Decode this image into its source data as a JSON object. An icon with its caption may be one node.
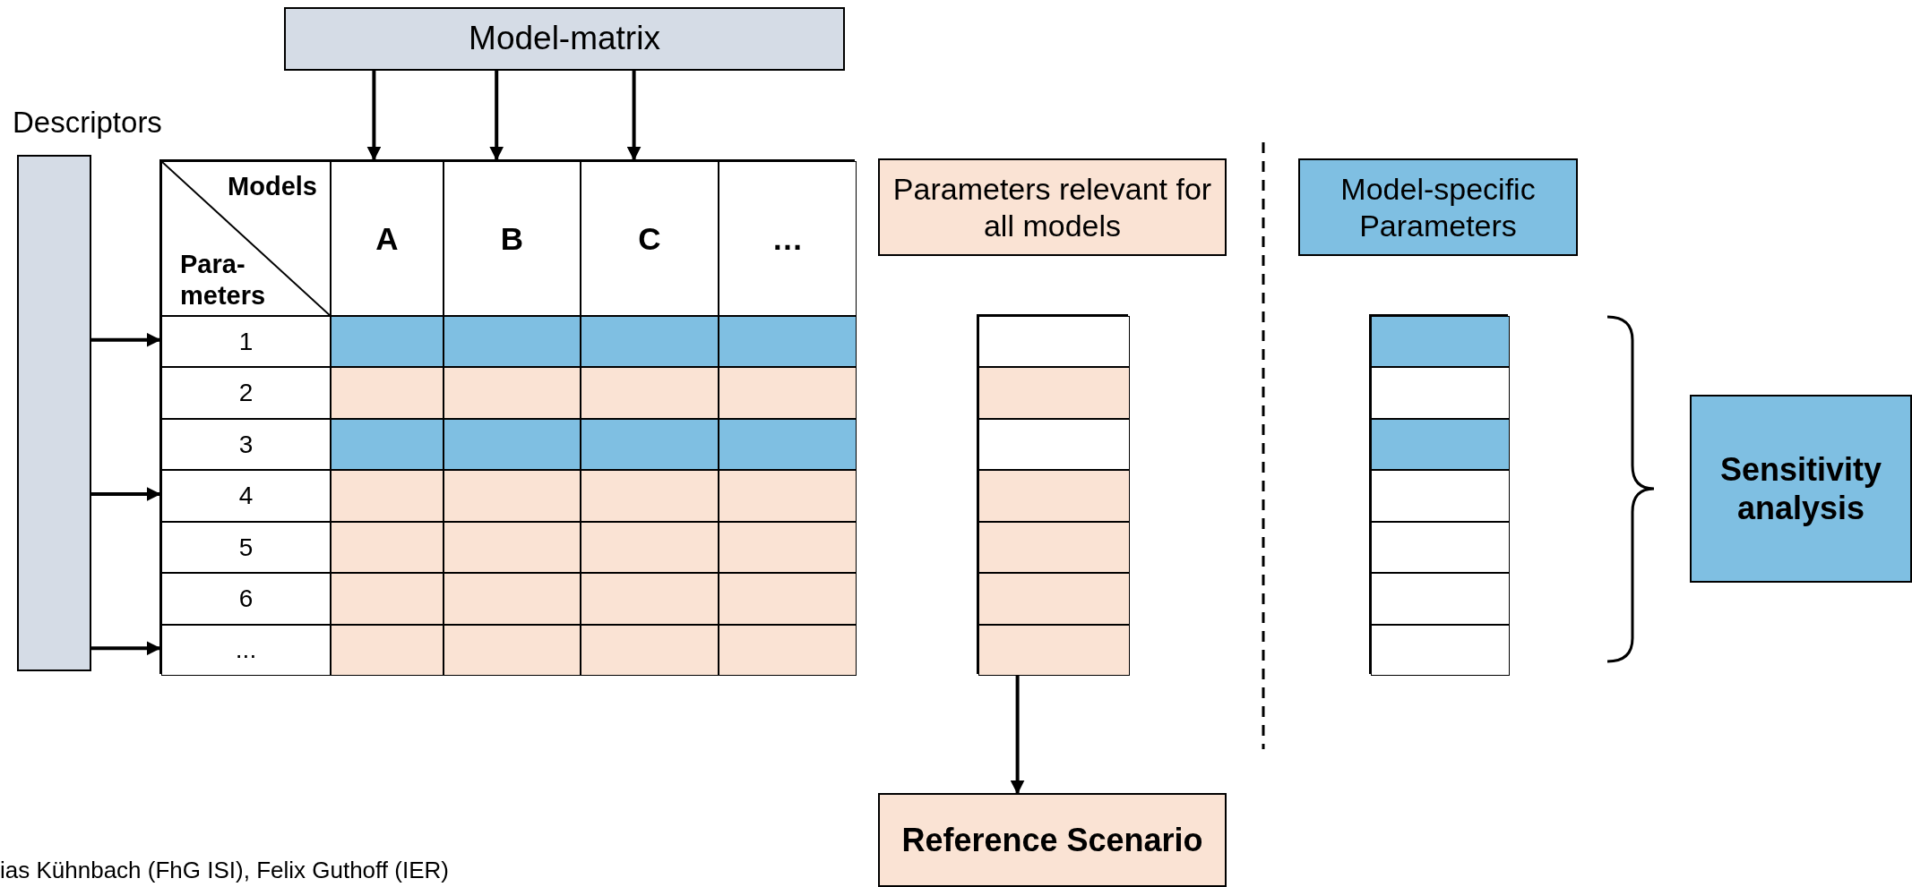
{
  "diagram": {
    "nodes": [
      {
        "text": [
          "Model-matrix"
        ]
      },
      {
        "text": [
          "Descriptors"
        ]
      },
      {
        "text": [],
        "shape": "box"
      },
      {
        "text": [
          "Models",
          "Para- meters"
        ],
        "in": 2
      },
      {
        "text": [
          "A"
        ],
        "in": 2
      },
      {
        "text": [
          "B"
        ],
        "in": 2
      },
      {
        "text": [
          "C"
        ],
        "in": 2
      },
      {
        "text": [
          "…"
        ],
        "in": 2
      },
      {
        "text": [
          "1"
        ],
        "in": 2
      },
      {
        "text": [],
        "shape": "box",
        "in": 2
      },
      {
        "text": [],
        "shape": "box",
        "in": 2
      },
      {
        "text": [],
        "shape": "box",
        "in": 2
      },
      {
        "text": [],
        "shape": "box",
        "in": 2
      },
      {
        "text": [
          "2"
        ],
        "in": 2
      },
      {
        "text": [],
        "shape": "box",
        "in": 2
      },
      {
        "text": [],
        "shape": "box",
        "in": 2
      },
      {
        "text": [],
        "shape": "box",
        "in": 2
      },
      {
        "text": [],
        "shape": "box",
        "in": 2
      },
      {
        "text": [
          "3"
        ],
        "in": 2
      },
      {
        "text": [],
        "shape": "box",
        "in": 2
      },
      {
        "text": [],
        "shape": "box",
        "in": 2
      },
      {
        "text": [],
        "shape": "box",
        "in": 2
      },
      {
        "text": [],
        "shape": "box",
        "in": 2
      },
      {
        "text": [
          "4"
        ],
        "in": 2
      },
      {
        "text": [],
        "shape": "box",
        "in": 2
      },
      {
        "text": [],
        "shape": "box",
        "in": 2
      },
      {
        "text": [],
        "shape": "box",
        "in": 2
      },
      {
        "text": [],
        "shape": "box",
        "in": 2
      },
      {
        "text": [
          "5"
        ],
        "in": 2
      },
      {
        "text": [],
        "shape": "box",
        "in": 2
      },
      {
        "text": [],
        "shape": "box",
        "in": 2
      },
      {
        "text": [],
        "shape": "box",
        "in": 2
      },
      {
        "text": [],
        "shape": "box",
        "in": 2
      },
      {
        "text": [
          "6"
        ],
        "in": 2
      },
      {
        "text": [],
        "shape": "box",
        "in": 2
      },
      {
        "text": [],
        "shape": "box",
        "in": 2
      },
      {
        "text": [],
        "shape": "box",
        "in": 2
      },
      {
        "text": [],
        "shape": "box",
        "in": 2
      },
      {
        "text": [
          "..."
        ],
        "in": 2
      },
      {
        "text": [],
        "shape": "box",
        "in": 2
      },
      {
        "text": [],
        "shape": "box",
        "in": 2
      },
      {
        "text": [],
        "shape": "box",
        "in": 2
      },
      {
        "text": [],
        "shape": "box",
        "in": 2
      },
      {
        "text": [
          "Parameters relevant for all models"
        ]
      },
      {
        "text": [
          "Model-specific Parameters"
        ]
      },
      {
        "text": [],
        "shape": "box"
      },
      {
        "text": [],
        "shape": "box",
        "in": 45
      },
      {
        "text": [],
        "shape": "box",
        "in": 45
      },
      {
        "text": [],
        "shape": "box",
        "in": 45
      },
      {
        "text": [],
        "shape": "box",
        "in": 45
      },
      {
        "text": [],
        "shape": "box",
        "in": 45
      },
      {
        "text": [],
        "shape": "box",
        "in": 45
      },
      {
        "text": [],
        "shape": "box",
        "in": 45
      },
      {
        "text": [],
        "shape": "box"
      },
      {
        "text": [],
        "shape": "box",
        "in": 53
      },
      {
        "text": [],
        "shape": "box",
        "in": 53
      },
      {
        "text": [],
        "shape": "box",
        "in": 53
      },
      {
        "text": [],
        "shape": "box",
        "in": 53
      },
      {
        "text": [],
        "shape": "box",
        "in": 53
      },
      {
        "text": [],
        "shape": "box",
        "in": 53
      },
      {
        "text": [],
        "shape": "box",
        "in": 53
      },
      {
        "text": [
          "Sensitivity analysis"
        ]
      },
      {
        "text": [
          "Reference Scenario"
        ]
      }
    ],
    "edges": [
      {
        "from": 0,
        "to": 4,
        "arrow": "to"
      },
      {
        "from": 0,
        "to": 5,
        "arrow": "to"
      },
      {
        "from": 0,
        "to": 6,
        "arrow": "to"
      },
      {
        "from": 1,
        "to": 8,
        "arrow": "to"
      },
      {
        "from": 1,
        "to": 23,
        "arrow": "to"
      },
      {
        "from": 1,
        "to": 38,
        "arrow": "to"
      },
      {
        "from": 45,
        "to": 62,
        "arrow": "to"
      }
    ],
    "labels": [
      "ias Kühnbach (FhG ISI), Felix Guthoff (IER)"
    ]
  }
}
